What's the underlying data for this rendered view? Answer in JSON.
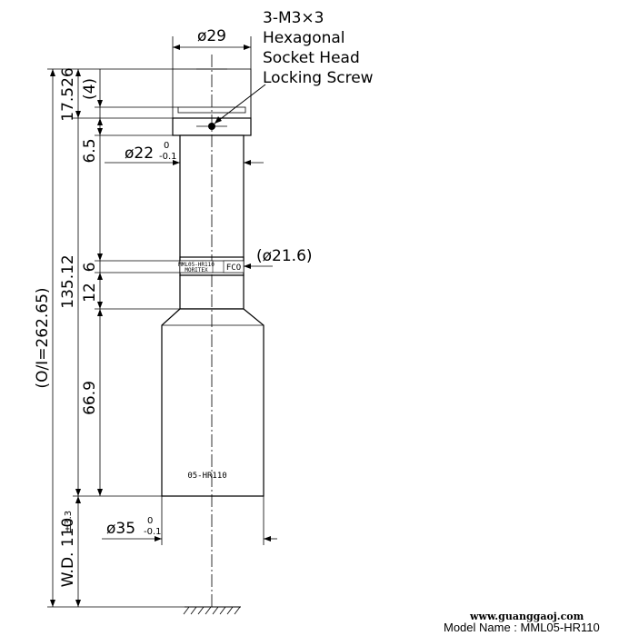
{
  "dimensions": {
    "top_diameter": "ø29",
    "screw_note": [
      "3-M3×3",
      "Hexagonal",
      "Socket Head",
      "Locking Screw"
    ],
    "neck_diameter": "ø22",
    "neck_tol_upper": "0",
    "neck_tol_lower": "-0.1",
    "ring_diameter": "(ø21.6)",
    "body_diameter": "ø35",
    "body_tol_upper": "0",
    "body_tol_lower": "-0.1",
    "top_height": "17.526",
    "flange_height": "(4)",
    "neck_offset": "6.5",
    "ring_height": "6",
    "ring_gap": "12",
    "upper_length": "135.12",
    "body_length": "66.9",
    "overall_length": "(O/I=262.65)",
    "working_distance": "W.D. 110",
    "wd_tolerance": "±3.3"
  },
  "lens_markings": {
    "ring_label": "MML05-HR110",
    "ring_sublabel": "MORITEX",
    "ring_code": "FCO",
    "body_label": "05-HR110"
  },
  "watermark": "www.guanggaoj.com",
  "model_name": "Model Name : MML05-HR110"
}
